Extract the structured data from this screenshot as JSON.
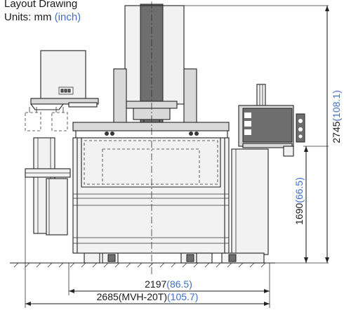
{
  "header": {
    "title": "Layout Drawing",
    "units_prefix": "Units: mm ",
    "units_alt": "(inch)"
  },
  "dimensions": {
    "width_inner": {
      "mm": "2197",
      "inch": "(86.5)"
    },
    "width_total": {
      "mm": "2685(MVH-20T)",
      "inch": "(105.7)"
    },
    "height_total": {
      "mm": "2745",
      "inch": "(108.1)"
    },
    "height_body": {
      "mm": "1690",
      "inch": "(66.5)"
    }
  },
  "colors": {
    "accent": "#3f6fc9",
    "line": "#222222"
  }
}
